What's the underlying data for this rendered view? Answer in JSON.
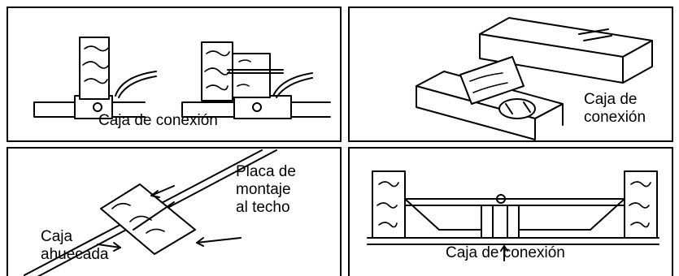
{
  "panels": {
    "top_left": {
      "label": "Caja de conexión"
    },
    "top_right": {
      "label": "Caja de\nconexión"
    },
    "bottom_left": {
      "label_right": "Placa de\nmontaje\nal techo",
      "label_left": "Caja\nahuecada"
    },
    "bottom_right": {
      "label": "Caja de conexión"
    }
  }
}
